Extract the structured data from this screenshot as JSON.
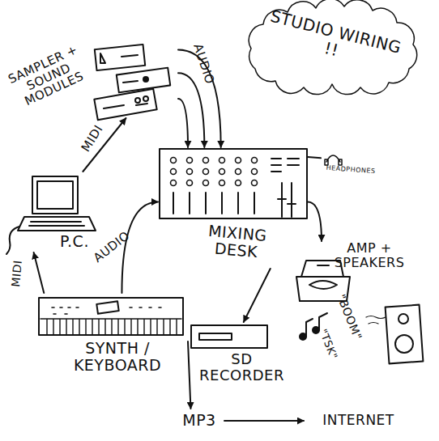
{
  "diagram": {
    "nodes": [
      {
        "text": [
          "STUDIO WIRING !!"
        ]
      },
      {
        "text": [
          "SAMPLER + SOUND MODULES"
        ]
      },
      {
        "text": [
          "P.C."
        ]
      },
      {
        "text": [
          "MIXING DESK"
        ]
      },
      {
        "text": [
          "HEADPHONES"
        ]
      },
      {
        "text": [
          "SYNTH / KEYBOARD"
        ]
      },
      {
        "text": [
          "AMP + SPEAKERS"
        ]
      },
      {
        "text": [
          "SD RECORDER"
        ]
      },
      {
        "text": [
          "MP3"
        ]
      },
      {
        "text": [
          "INTERNET"
        ]
      }
    ],
    "edges": [
      {
        "from": 2,
        "to": 1,
        "label": "MIDI",
        "arrow": "to"
      },
      {
        "from": 1,
        "to": 3,
        "label": "AUDIO",
        "arrow": "to"
      },
      {
        "from": 1,
        "to": 3,
        "arrow": "to"
      },
      {
        "from": 1,
        "to": 3,
        "arrow": "to"
      },
      {
        "from": 5,
        "to": 2,
        "label": "MIDI",
        "arrow": "to"
      },
      {
        "from": 5,
        "to": 3,
        "label": "AUDIO",
        "arrow": "to"
      },
      {
        "from": 3,
        "to": 4,
        "arrow": "none"
      },
      {
        "from": 3,
        "to": 6,
        "arrow": "to"
      },
      {
        "from": 3,
        "to": 7,
        "arrow": "to"
      },
      {
        "from": 7,
        "to": 8,
        "arrow": "to"
      },
      {
        "from": 8,
        "to": 9,
        "arrow": "to"
      }
    ],
    "labels": [
      "\"BOOM\"",
      "\"TSK\""
    ]
  }
}
